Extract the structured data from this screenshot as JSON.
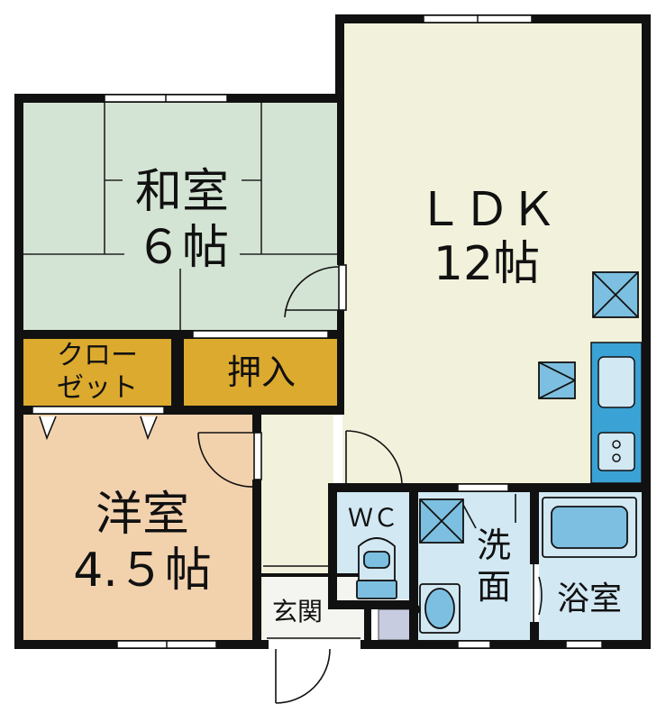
{
  "rooms": {
    "washitsu": {
      "name": "和室",
      "size": "６帖"
    },
    "ldk": {
      "name": "ＬＤＫ",
      "size": "12帖"
    },
    "closet": {
      "line1": "クロー",
      "line2": "ゼット"
    },
    "oshiire": {
      "name": "押入"
    },
    "youshitsu": {
      "name": "洋室",
      "size": "4.５帖"
    },
    "wc": {
      "name": "ＷＣ"
    },
    "senmen": {
      "line1": "洗",
      "line2": "面"
    },
    "yokushitsu": {
      "name": "浴室"
    },
    "genkan": {
      "name": "玄関"
    }
  },
  "colors": {
    "wall": "#111111",
    "washitsu": "#d4e4d4",
    "ldk": "#f2f2dc",
    "closet": "#dcaa2e",
    "youshitsu": "#f2d2ad",
    "wet": "#d2e8f2",
    "window": "#ffffff"
  }
}
